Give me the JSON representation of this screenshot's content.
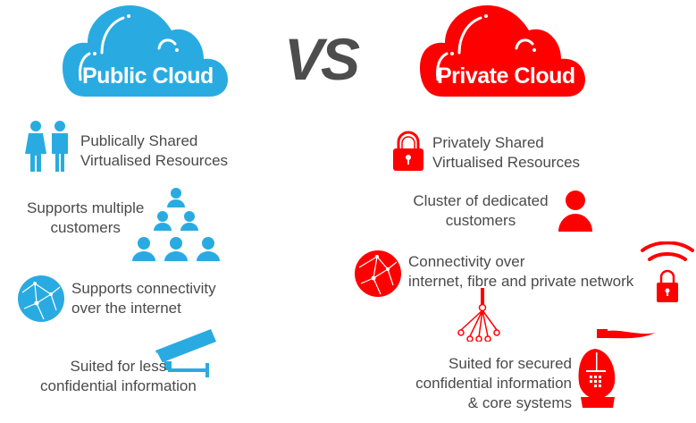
{
  "colors": {
    "public": "#29abe2",
    "private": "#ff0000",
    "vs": "#4d4d4d",
    "text": "#4a4a4a"
  },
  "public": {
    "title": "Public Cloud",
    "items": [
      {
        "icon": "people-icon",
        "lines": [
          "Publically Shared",
          "Virtualised Resources"
        ]
      },
      {
        "icon": "customer-pyramid-icon",
        "lines": [
          "Supports multiple",
          "customers"
        ]
      },
      {
        "icon": "globe-network-icon",
        "lines": [
          "Supports connectivity",
          "over the internet"
        ]
      },
      {
        "icon": "security-camera-icon",
        "lines": [
          "Suited for less",
          "confidential information"
        ]
      }
    ]
  },
  "vs": "VS",
  "private": {
    "title": "Private Cloud",
    "items": [
      {
        "icon": "lock-icon",
        "lines": [
          "Privately Shared",
          "Virtualised Resources"
        ]
      },
      {
        "icon": "person-icon",
        "lines": [
          "Cluster of dedicated",
          "customers"
        ]
      },
      {
        "icon": "globe-network-icon",
        "lines": [
          "Connectivity over",
          "internet, fibre and private network"
        ]
      },
      {
        "icon": "knight-helmet-icon",
        "lines": [
          "Suited for secured",
          "confidential information",
          "& core systems"
        ]
      }
    ]
  }
}
